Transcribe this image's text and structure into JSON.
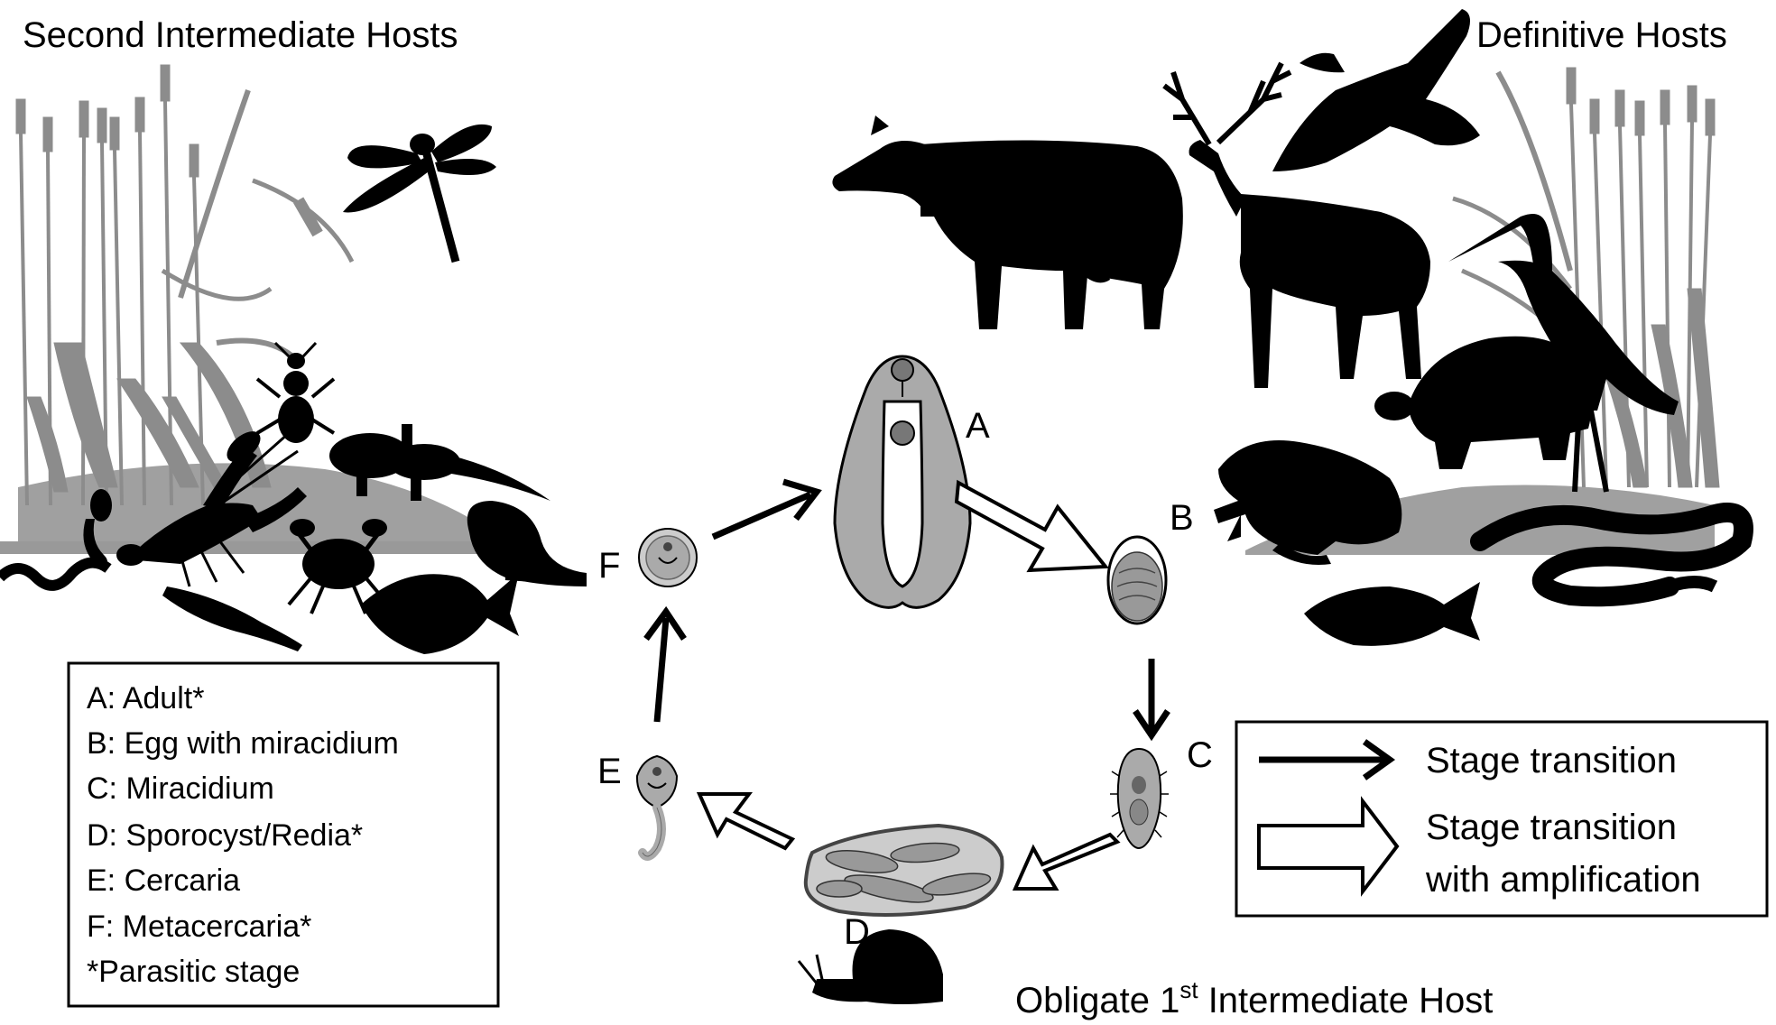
{
  "titles": {
    "second_intermediate": "Second Intermediate Hosts",
    "definitive": "Definitive Hosts",
    "first_intermediate_pre": "Obligate 1",
    "first_intermediate_sup": "st",
    "first_intermediate_post": " Intermediate Host"
  },
  "stages": {
    "A": "A",
    "B": "B",
    "C": "C",
    "D": "D",
    "E": "E",
    "F": "F"
  },
  "key": {
    "items": [
      "A: Adult*",
      "B: Egg with miracidium",
      "C: Miracidium",
      "D: Sporocyst/Redia*",
      "E: Cercaria",
      "F: Metacercaria*",
      "*Parasitic stage"
    ]
  },
  "legend": {
    "thin": "Stage transition",
    "thick_line1": "Stage transition",
    "thick_line2": "with amplification"
  },
  "colors": {
    "silhouette": "#000000",
    "reeds": "#8c8c8c",
    "ground": "#a0a0a0",
    "stage_fill": "#aaaaaa"
  }
}
